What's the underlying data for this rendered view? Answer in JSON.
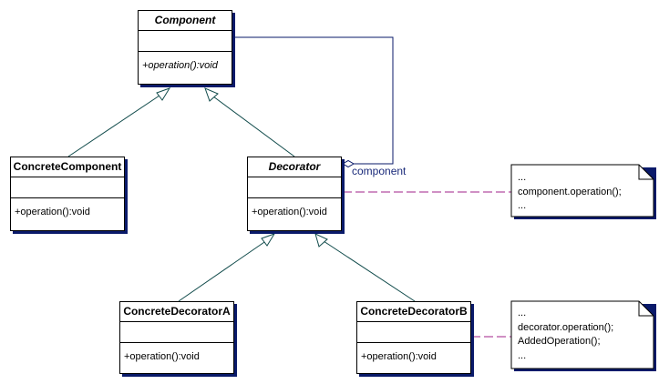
{
  "classes": {
    "component": {
      "name": "Component",
      "operation": "+operation():void"
    },
    "concrete_component": {
      "name": "ConcreteComponent",
      "operation": "+operation():void"
    },
    "decorator": {
      "name": "Decorator",
      "operation": "+operation():void"
    },
    "concrete_decorator_a": {
      "name": "ConcreteDecoratorA",
      "operation": "+operation():void"
    },
    "concrete_decorator_b": {
      "name": "ConcreteDecoratorB",
      "operation": "+operation():void"
    }
  },
  "association": {
    "role_label": "component"
  },
  "notes": {
    "decorator_note": {
      "lines": [
        "...",
        "component.operation();",
        "..."
      ]
    },
    "decorator_b_note": {
      "lines": [
        "...",
        "decorator.operation();",
        "AddedOperation();",
        "..."
      ]
    }
  },
  "colors": {
    "box_border": "#000000",
    "box_shadow": "#0a1a6a",
    "generalization_line": "#0f4a4a",
    "association_line": "#0a1a6a",
    "note_link": "#a0208a"
  }
}
